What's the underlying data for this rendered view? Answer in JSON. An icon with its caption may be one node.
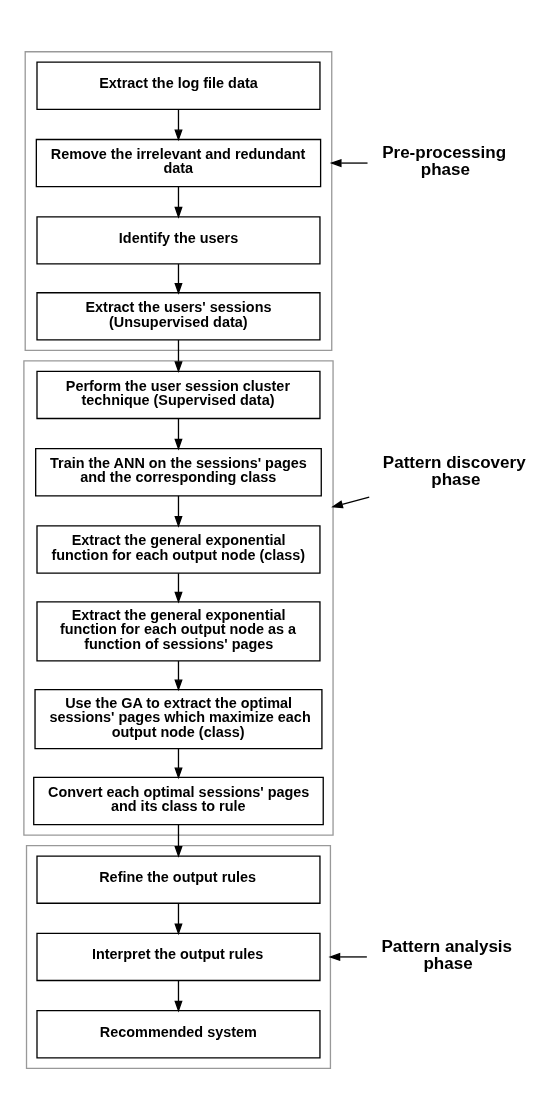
{
  "diagram": {
    "nodes": [
      {
        "text": [],
        "shape": "box"
      },
      {
        "text": [
          "Extract the log file data"
        ],
        "in": 0
      },
      {
        "text": [
          "Remove the irrelevant and redundant data"
        ],
        "in": 0
      },
      {
        "text": [
          "Identify the users"
        ],
        "in": 0
      },
      {
        "text": [
          "Extract the users' sessions (Unsupervised data)"
        ],
        "in": 0
      },
      {
        "text": [],
        "shape": "box"
      },
      {
        "text": [
          "Perform the user session cluster technique (Supervised data)"
        ],
        "in": 5
      },
      {
        "text": [
          "Train the ANN on the sessions' pages and the corresponding class"
        ],
        "in": 5
      },
      {
        "text": [
          "Extract the general exponential function for each output node (class)"
        ],
        "in": 5
      },
      {
        "text": [
          "Extract the general exponential function for each output node as a function of sessions' pages"
        ],
        "in": 5
      },
      {
        "text": [
          "Use the GA to extract the optimal sessions' pages which maximize each output node (class)"
        ],
        "in": 5
      },
      {
        "text": [
          "Convert each optimal sessions' pages and its class to rule"
        ],
        "in": 5
      },
      {
        "text": [],
        "shape": "box"
      },
      {
        "text": [
          "Refine the output rules"
        ],
        "in": 12
      },
      {
        "text": [
          "Interpret the output rules"
        ],
        "in": 12
      },
      {
        "text": [
          "Recommended system"
        ],
        "in": 12
      },
      {
        "text": [
          "Pre-processing phase"
        ]
      },
      {
        "text": [
          "Pattern discovery phase"
        ]
      },
      {
        "text": [
          "Pattern analysis phase"
        ]
      }
    ],
    "edges": [
      {
        "from": 1,
        "to": 2,
        "arrow": "to"
      },
      {
        "from": 2,
        "to": 3,
        "arrow": "to"
      },
      {
        "from": 3,
        "to": 4,
        "arrow": "to"
      },
      {
        "from": 4,
        "to": 6,
        "arrow": "to"
      },
      {
        "from": 6,
        "to": 7,
        "arrow": "to"
      },
      {
        "from": 7,
        "to": 8,
        "arrow": "to"
      },
      {
        "from": 8,
        "to": 9,
        "arrow": "to"
      },
      {
        "from": 9,
        "to": 10,
        "arrow": "to"
      },
      {
        "from": 10,
        "to": 11,
        "arrow": "to"
      },
      {
        "from": 11,
        "to": 13,
        "arrow": "to"
      },
      {
        "from": 13,
        "to": 14,
        "arrow": "to"
      },
      {
        "from": 14,
        "to": 15,
        "arrow": "to"
      },
      {
        "from": 16,
        "to": 0,
        "arrow": "to"
      },
      {
        "from": 17,
        "to": 5,
        "arrow": "to"
      },
      {
        "from": 18,
        "to": 12,
        "arrow": "to"
      }
    ]
  }
}
